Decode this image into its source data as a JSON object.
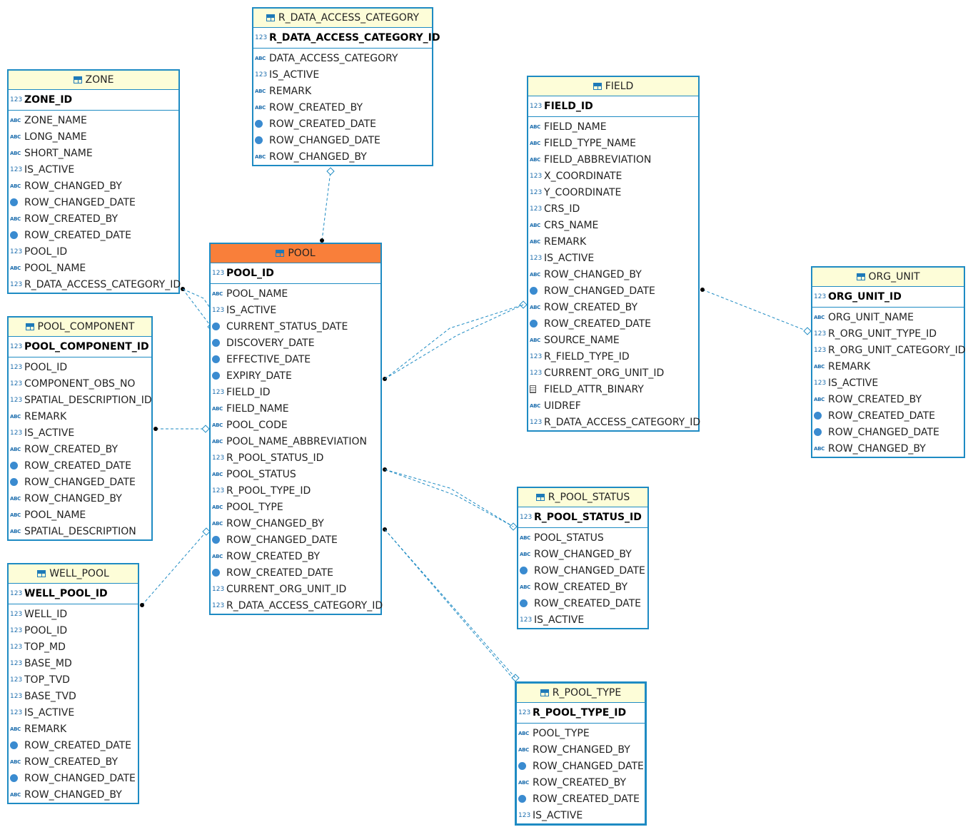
{
  "entities": [
    {
      "id": "zone",
      "name": "ZONE",
      "pk": "ZONE_ID",
      "pk_type": "num",
      "columns": [
        {
          "name": "ZONE_NAME",
          "type": "abc"
        },
        {
          "name": "LONG_NAME",
          "type": "abc"
        },
        {
          "name": "SHORT_NAME",
          "type": "abc"
        },
        {
          "name": "IS_ACTIVE",
          "type": "num"
        },
        {
          "name": "ROW_CHANGED_BY",
          "type": "abc"
        },
        {
          "name": "ROW_CHANGED_DATE",
          "type": "date"
        },
        {
          "name": "ROW_CREATED_BY",
          "type": "abc"
        },
        {
          "name": "ROW_CREATED_DATE",
          "type": "date"
        },
        {
          "name": "POOL_ID",
          "type": "num"
        },
        {
          "name": "POOL_NAME",
          "type": "abc"
        },
        {
          "name": "R_DATA_ACCESS_CATEGORY_ID",
          "type": "num"
        }
      ]
    },
    {
      "id": "r-data-access-category",
      "name": "R_DATA_ACCESS_CATEGORY",
      "pk": "R_DATA_ACCESS_CATEGORY_ID",
      "pk_type": "num",
      "columns": [
        {
          "name": "DATA_ACCESS_CATEGORY",
          "type": "abc"
        },
        {
          "name": "IS_ACTIVE",
          "type": "num"
        },
        {
          "name": "REMARK",
          "type": "abc"
        },
        {
          "name": "ROW_CREATED_BY",
          "type": "abc"
        },
        {
          "name": "ROW_CREATED_DATE",
          "type": "date"
        },
        {
          "name": "ROW_CHANGED_DATE",
          "type": "date"
        },
        {
          "name": "ROW_CHANGED_BY",
          "type": "abc"
        }
      ]
    },
    {
      "id": "field",
      "name": "FIELD",
      "pk": "FIELD_ID",
      "pk_type": "num",
      "columns": [
        {
          "name": "FIELD_NAME",
          "type": "abc"
        },
        {
          "name": "FIELD_TYPE_NAME",
          "type": "abc"
        },
        {
          "name": "FIELD_ABBREVIATION",
          "type": "abc"
        },
        {
          "name": "X_COORDINATE",
          "type": "num"
        },
        {
          "name": "Y_COORDINATE",
          "type": "num"
        },
        {
          "name": "CRS_ID",
          "type": "num"
        },
        {
          "name": "CRS_NAME",
          "type": "abc"
        },
        {
          "name": "REMARK",
          "type": "abc"
        },
        {
          "name": "IS_ACTIVE",
          "type": "num"
        },
        {
          "name": "ROW_CHANGED_BY",
          "type": "abc"
        },
        {
          "name": "ROW_CHANGED_DATE",
          "type": "date"
        },
        {
          "name": "ROW_CREATED_BY",
          "type": "abc"
        },
        {
          "name": "ROW_CREATED_DATE",
          "type": "date"
        },
        {
          "name": "SOURCE_NAME",
          "type": "abc"
        },
        {
          "name": "R_FIELD_TYPE_ID",
          "type": "num"
        },
        {
          "name": "CURRENT_ORG_UNIT_ID",
          "type": "num"
        },
        {
          "name": "FIELD_ATTR_BINARY",
          "type": "bin"
        },
        {
          "name": "UIDREF",
          "type": "abc"
        },
        {
          "name": "R_DATA_ACCESS_CATEGORY_ID",
          "type": "num"
        }
      ]
    },
    {
      "id": "org-unit",
      "name": "ORG_UNIT",
      "pk": "ORG_UNIT_ID",
      "pk_type": "num",
      "columns": [
        {
          "name": "ORG_UNIT_NAME",
          "type": "abc"
        },
        {
          "name": "R_ORG_UNIT_TYPE_ID",
          "type": "num"
        },
        {
          "name": "R_ORG_UNIT_CATEGORY_ID",
          "type": "num"
        },
        {
          "name": "REMARK",
          "type": "abc"
        },
        {
          "name": "IS_ACTIVE",
          "type": "num"
        },
        {
          "name": "ROW_CREATED_BY",
          "type": "abc"
        },
        {
          "name": "ROW_CREATED_DATE",
          "type": "date"
        },
        {
          "name": "ROW_CHANGED_DATE",
          "type": "date"
        },
        {
          "name": "ROW_CHANGED_BY",
          "type": "abc"
        }
      ]
    },
    {
      "id": "pool",
      "name": "POOL",
      "pk": "POOL_ID",
      "pk_type": "num",
      "main": true,
      "columns": [
        {
          "name": "POOL_NAME",
          "type": "abc"
        },
        {
          "name": "IS_ACTIVE",
          "type": "num"
        },
        {
          "name": "CURRENT_STATUS_DATE",
          "type": "date"
        },
        {
          "name": "DISCOVERY_DATE",
          "type": "date"
        },
        {
          "name": "EFFECTIVE_DATE",
          "type": "date"
        },
        {
          "name": "EXPIRY_DATE",
          "type": "date"
        },
        {
          "name": "FIELD_ID",
          "type": "num"
        },
        {
          "name": "FIELD_NAME",
          "type": "abc"
        },
        {
          "name": "POOL_CODE",
          "type": "abc"
        },
        {
          "name": "POOL_NAME_ABBREVIATION",
          "type": "abc"
        },
        {
          "name": "R_POOL_STATUS_ID",
          "type": "num"
        },
        {
          "name": "POOL_STATUS",
          "type": "abc"
        },
        {
          "name": "R_POOL_TYPE_ID",
          "type": "num"
        },
        {
          "name": "POOL_TYPE",
          "type": "abc"
        },
        {
          "name": "ROW_CHANGED_BY",
          "type": "abc"
        },
        {
          "name": "ROW_CHANGED_DATE",
          "type": "date"
        },
        {
          "name": "ROW_CREATED_BY",
          "type": "abc"
        },
        {
          "name": "ROW_CREATED_DATE",
          "type": "date"
        },
        {
          "name": "CURRENT_ORG_UNIT_ID",
          "type": "num"
        },
        {
          "name": "R_DATA_ACCESS_CATEGORY_ID",
          "type": "num"
        }
      ]
    },
    {
      "id": "pool-component",
      "name": "POOL_COMPONENT",
      "pk": "POOL_COMPONENT_ID",
      "pk_type": "num",
      "columns": [
        {
          "name": "POOL_ID",
          "type": "num"
        },
        {
          "name": "COMPONENT_OBS_NO",
          "type": "num"
        },
        {
          "name": "SPATIAL_DESCRIPTION_ID",
          "type": "num"
        },
        {
          "name": "REMARK",
          "type": "abc"
        },
        {
          "name": "IS_ACTIVE",
          "type": "num"
        },
        {
          "name": "ROW_CREATED_BY",
          "type": "abc"
        },
        {
          "name": "ROW_CREATED_DATE",
          "type": "date"
        },
        {
          "name": "ROW_CHANGED_DATE",
          "type": "date"
        },
        {
          "name": "ROW_CHANGED_BY",
          "type": "abc"
        },
        {
          "name": "POOL_NAME",
          "type": "abc"
        },
        {
          "name": "SPATIAL_DESCRIPTION",
          "type": "abc"
        }
      ]
    },
    {
      "id": "well-pool",
      "name": "WELL_POOL",
      "pk": "WELL_POOL_ID",
      "pk_type": "num",
      "columns": [
        {
          "name": "WELL_ID",
          "type": "num"
        },
        {
          "name": "POOL_ID",
          "type": "num"
        },
        {
          "name": "TOP_MD",
          "type": "num"
        },
        {
          "name": "BASE_MD",
          "type": "num"
        },
        {
          "name": "TOP_TVD",
          "type": "num"
        },
        {
          "name": "BASE_TVD",
          "type": "num"
        },
        {
          "name": "IS_ACTIVE",
          "type": "num"
        },
        {
          "name": "REMARK",
          "type": "abc"
        },
        {
          "name": "ROW_CREATED_DATE",
          "type": "date"
        },
        {
          "name": "ROW_CREATED_BY",
          "type": "abc"
        },
        {
          "name": "ROW_CHANGED_DATE",
          "type": "date"
        },
        {
          "name": "ROW_CHANGED_BY",
          "type": "abc"
        }
      ]
    },
    {
      "id": "r-pool-status",
      "name": "R_POOL_STATUS",
      "pk": "R_POOL_STATUS_ID",
      "pk_type": "num",
      "columns": [
        {
          "name": "POOL_STATUS",
          "type": "abc"
        },
        {
          "name": "ROW_CHANGED_BY",
          "type": "abc"
        },
        {
          "name": "ROW_CHANGED_DATE",
          "type": "date"
        },
        {
          "name": "ROW_CREATED_BY",
          "type": "abc"
        },
        {
          "name": "ROW_CREATED_DATE",
          "type": "date"
        },
        {
          "name": "IS_ACTIVE",
          "type": "num"
        }
      ]
    },
    {
      "id": "r-pool-type",
      "name": "R_POOL_TYPE",
      "pk": "R_POOL_TYPE_ID",
      "pk_type": "num",
      "columns": [
        {
          "name": "POOL_TYPE",
          "type": "abc"
        },
        {
          "name": "ROW_CHANGED_BY",
          "type": "abc"
        },
        {
          "name": "ROW_CHANGED_DATE",
          "type": "date"
        },
        {
          "name": "ROW_CREATED_BY",
          "type": "abc"
        },
        {
          "name": "ROW_CREATED_DATE",
          "type": "date"
        },
        {
          "name": "IS_ACTIVE",
          "type": "num"
        }
      ]
    }
  ],
  "type_icons": {
    "num": "123",
    "abc": "ABC",
    "date": "clock-icon",
    "bin": "binary-icon"
  },
  "colors": {
    "border": "#1e8bc3",
    "header": "#fdfdd8",
    "main_header": "#f97f3a",
    "link": "#1e8bc3"
  }
}
